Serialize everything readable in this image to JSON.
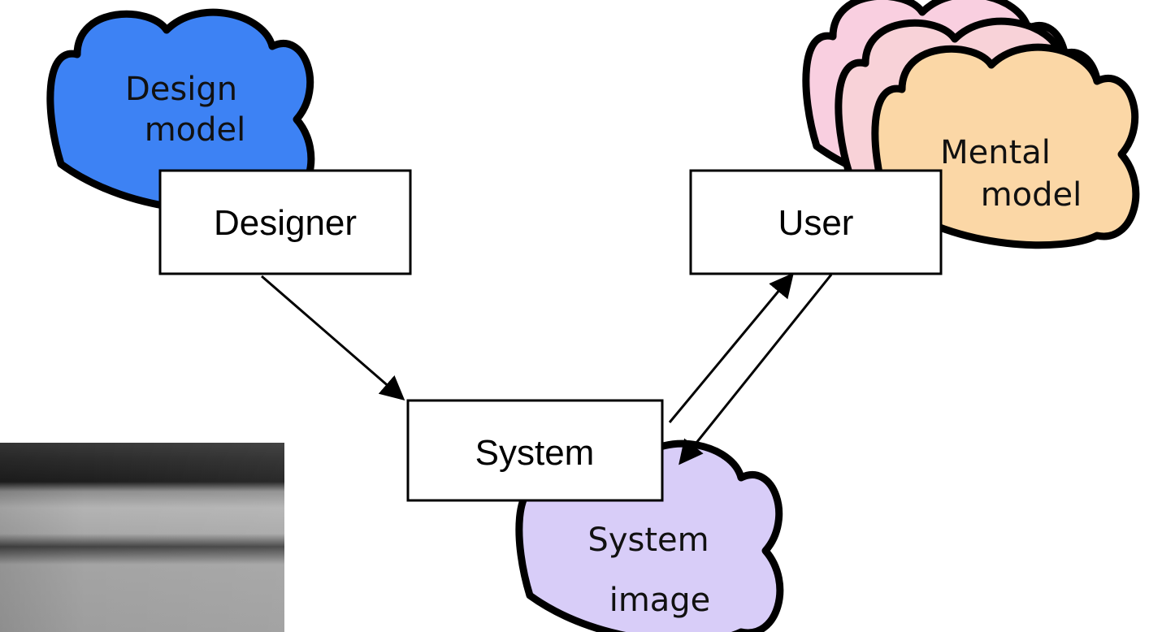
{
  "clouds": {
    "design_model": {
      "line1": "Design",
      "line2": "model",
      "fill": "#3d82f4"
    },
    "mental_model": {
      "line1": "Mental",
      "line2": "model",
      "fill": "#fbd7a6",
      "back_fills": [
        "#f9cfe0",
        "#f8d2d8"
      ]
    },
    "system_image": {
      "line1": "System",
      "line2": "image",
      "fill": "#d8cdf8"
    }
  },
  "boxes": {
    "designer": "Designer",
    "user": "User",
    "system": "System"
  }
}
